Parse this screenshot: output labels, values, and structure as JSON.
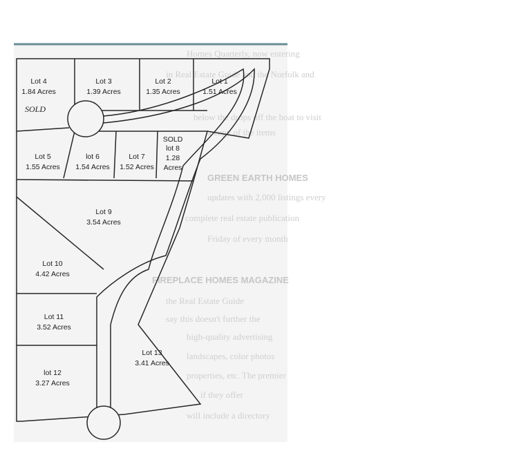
{
  "lots": [
    {
      "id": "lot-1",
      "name": "Lot 1",
      "acres": "1.51 Acres"
    },
    {
      "id": "lot-2",
      "name": "Lot 2",
      "acres": "1.35 Acres"
    },
    {
      "id": "lot-3",
      "name": "Lot 3",
      "acres": "1.39 Acres"
    },
    {
      "id": "lot-4",
      "name": "Lot 4",
      "acres": "1.84 Acres"
    },
    {
      "id": "lot-5",
      "name": "Lot 5",
      "acres": "1.55 Acres"
    },
    {
      "id": "lot-6",
      "name": "lot 6",
      "acres": "1.54 Acres"
    },
    {
      "id": "lot-7",
      "name": "Lot 7",
      "acres": "1.52 Acres"
    },
    {
      "id": "lot-8",
      "name": "lot 8",
      "acres": "1.28",
      "acres_unit": "Acres",
      "status": "SOLD"
    },
    {
      "id": "lot-9",
      "name": "Lot 9",
      "acres": "3.54 Acres"
    },
    {
      "id": "lot-10",
      "name": "Lot 10",
      "acres": "4.42 Acres"
    },
    {
      "id": "lot-11",
      "name": "Lot 11",
      "acres": "3.52 Acres"
    },
    {
      "id": "lot-12",
      "name": "lot 12",
      "acres": "3.27 Acres"
    },
    {
      "id": "lot-13",
      "name": "Lot 13",
      "acres": "3.41 Acres"
    }
  ],
  "handwritten_note": "SOLD",
  "bleed_through_text": [
    "Homes Quarterly, now entering",
    "in Real Estate Guide and the Norfolk and",
    "below the drops off the boat to visit",
    "a copy of the items",
    "GREEN EARTH HOMES",
    "updates with 2,000 listings every",
    "complete real estate publication",
    "Friday of every month",
    "FIREPLACE HOMES MAGAZINE",
    "the Real Estate Guide",
    "say this doesn't further the",
    "high-quality advertising",
    "landscapes, color photos",
    "properties, etc. The premier",
    "if they offer",
    "will include a directory"
  ]
}
